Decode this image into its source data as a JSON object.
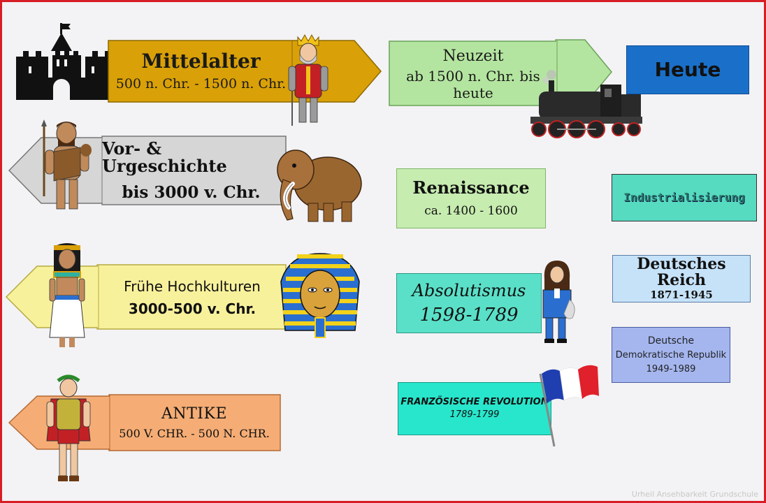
{
  "eras": {
    "mittelalter": {
      "title": "Mittelalter",
      "date": "500 n. Chr. - 1500 n. Chr."
    },
    "neuzeit": {
      "title": "Neuzeit",
      "date_line1": "ab 1500 n. Chr. bis",
      "date_line2": "heute"
    },
    "heute": {
      "title": "Heute"
    },
    "vorgeschichte": {
      "title": "Vor- & Urgeschichte",
      "date": "bis 3000 v. Chr."
    },
    "renaissance": {
      "title": "Renaissance",
      "date": "ca. 1400 - 1600"
    },
    "industrialisierung": {
      "title": "Industrialisierung"
    },
    "hochkulturen": {
      "title": "Frühe Hochkulturen",
      "date": "3000-500 v. Chr."
    },
    "absolutismus": {
      "title": "Absolutismus",
      "date": "1598-1789"
    },
    "deutsches_reich": {
      "title": "Deutsches Reich",
      "date": "1871-1945"
    },
    "ddr": {
      "line1": "Deutsche",
      "line2": "Demokratische Republik",
      "date": "1949-1989"
    },
    "revolution": {
      "title": "FRANZÖSISCHE REVOLUTION",
      "date": "1789-1799"
    },
    "antike": {
      "title": "ANTIKE",
      "date": "500 V. CHR. - 500 N. CHR."
    }
  },
  "credit": "Urheil Ansehbarkeit Grundschule",
  "colors": {
    "frame": "#d71d25",
    "mittelalter": "#d9a008",
    "neuzeit": "#b4e5a0",
    "heute": "#1a70c9",
    "vorgeschichte": "#d6d6d6",
    "renaissance": "#c6ecaf",
    "industrialisierung": "#56dbc0",
    "hochkulturen": "#f8f19c",
    "absolutismus": "#5ae0c8",
    "deutsches_reich": "#c6e2f9",
    "ddr": "#a5b6ef",
    "revolution": "#28e6cc",
    "antike": "#f5ad75"
  },
  "icons": [
    "castle-icon",
    "king-icon",
    "locomotive-icon",
    "caveman-icon",
    "mammoth-icon",
    "egyptian-woman-icon",
    "pharaoh-mask-icon",
    "louis-xiv-icon",
    "french-flag-icon",
    "caesar-icon"
  ]
}
